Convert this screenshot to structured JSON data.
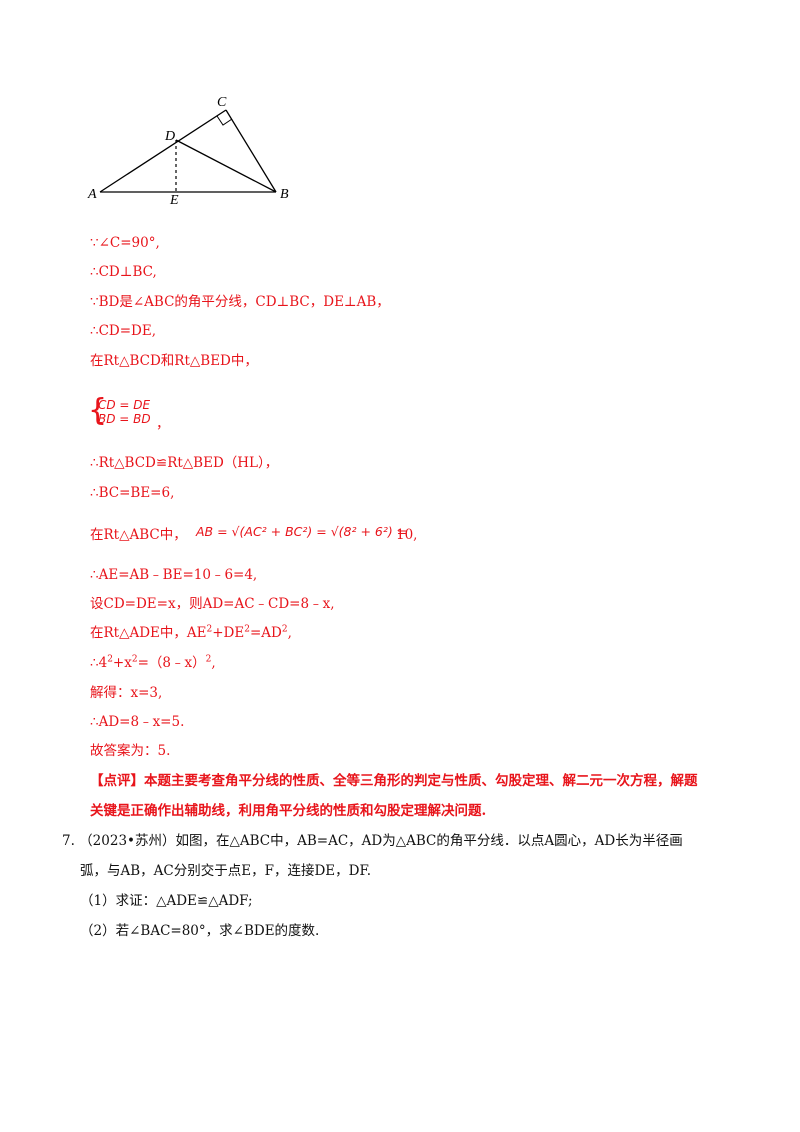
{
  "figure": {
    "labels": {
      "A": "A",
      "B": "B",
      "C": "C",
      "D": "D",
      "E": "E"
    }
  },
  "solution": {
    "l1": "∵∠C=90°,",
    "l2": "∴CD⊥BC,",
    "l3": "∵BD是∠ABC的角平分线，CD⊥BC，DE⊥AB，",
    "l4": "∴CD=DE,",
    "l5": "在Rt△BCD和Rt△BED中，",
    "sys_row1": "CD = DE",
    "sys_row2": "BD = BD",
    "sys_comma": "，",
    "l6": "∴Rt△BCD≌Rt△BED（HL），",
    "l7": "∴BC=BE=6,",
    "l8_prefix": "在Rt△ABC中，",
    "l8_formula": "AB = √(AC² + BC²) = √(8² + 6²) =",
    "l8_suffix": "10,",
    "l9": "∴AE=AB﹣BE=10﹣6=4,",
    "l10": "设CD=DE=x，则AD=AC﹣CD=8﹣x,",
    "l11_a": "在Rt△ADE中，AE",
    "l11_b": "+DE",
    "l11_c": "=AD",
    "l11_d": ",",
    "l12_a": "∴4",
    "l12_b": "+x",
    "l12_c": "=（8﹣x）",
    "l12_d": ",",
    "sup2": "2",
    "l13": "解得：x=3,",
    "l14": "∴AD=8﹣x=5.",
    "l15": "故答案为：5.",
    "comment_1": "【点评】本题主要考查角平分线的性质、全等三角形的判定与性质、勾股定理、解二元一次方程，解题",
    "comment_2": "关键是正确作出辅助线，利用角平分线的性质和勾股定理解决问题."
  },
  "problem7": {
    "line1": "7.  （2023•苏州）如图，在△ABC中，AB=AC，AD为△ABC的角平分线．以点A圆心，AD长为半径画",
    "line2": "弧，与AB，AC分别交于点E，F，连接DE，DF.",
    "q1": "（1）求证：△ADE≌△ADF;",
    "q2": "（2）若∠BAC=80°，求∠BDE的度数."
  }
}
